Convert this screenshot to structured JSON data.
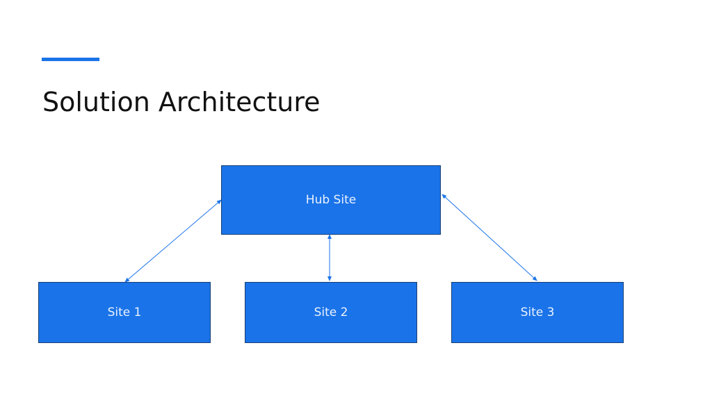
{
  "slide": {
    "title": "Solution Architecture"
  },
  "colors": {
    "accent": "#1a73e8",
    "node_fill": "#1a73e8",
    "node_text": "#eaf2ff",
    "connector": "#1a73e8"
  },
  "diagram": {
    "nodes": [
      {
        "id": "hub",
        "label": "Hub Site"
      },
      {
        "id": "site1",
        "label": "Site 1"
      },
      {
        "id": "site2",
        "label": "Site 2"
      },
      {
        "id": "site3",
        "label": "Site 3"
      }
    ],
    "edges": [
      {
        "from": "hub",
        "to": "site1",
        "direction": "bidirectional"
      },
      {
        "from": "hub",
        "to": "site2",
        "direction": "bidirectional"
      },
      {
        "from": "hub",
        "to": "site3",
        "direction": "bidirectional"
      }
    ]
  }
}
